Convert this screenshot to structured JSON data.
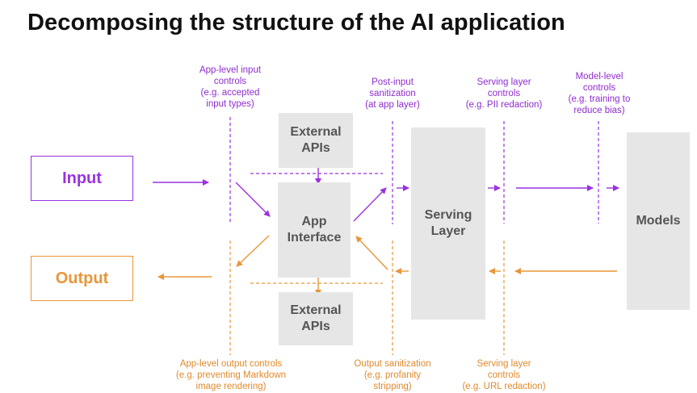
{
  "title": "Decomposing the structure of the AI application",
  "boxes": {
    "input": "Input",
    "output": "Output",
    "external_apis_top": [
      "External",
      "APIs"
    ],
    "app_interface": [
      "App",
      "Interface"
    ],
    "external_apis_bottom": [
      "External",
      "APIs"
    ],
    "serving_layer": [
      "Serving",
      "Layer"
    ],
    "models": "Models"
  },
  "labels": {
    "app_input_controls": [
      "App-level input",
      "controls",
      "(e.g. accepted",
      "input types)"
    ],
    "post_input_sanitization": [
      "Post-input",
      "sanitization",
      "(at app layer)"
    ],
    "serving_layer_controls_input": [
      "Serving layer",
      "controls",
      "(e.g. PII redaction)"
    ],
    "model_level_controls": [
      "Model-level",
      "controls",
      "(e.g. training to",
      "reduce bias)"
    ],
    "app_output_controls": [
      "App-level output controls",
      "(e.g. preventing Markdown",
      "image rendering)"
    ],
    "output_sanitization": [
      "Output sanitization",
      "(e.g. profanity",
      "stripping)"
    ],
    "serving_layer_controls_output": [
      "Serving layer",
      "controls",
      "(e.g. URL redaction)"
    ]
  },
  "colors": {
    "input_accent": "#9a32e0",
    "output_accent": "#e8963a",
    "box_fill": "#e6e6e6",
    "box_text": "#555555"
  }
}
